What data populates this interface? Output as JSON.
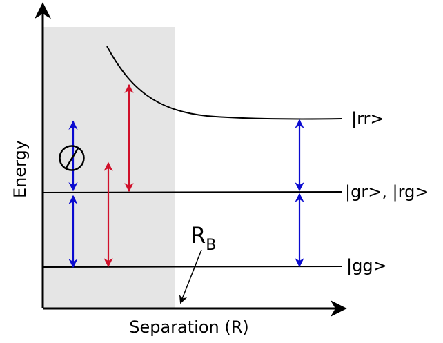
{
  "axes": {
    "y_label": "Energy",
    "x_label": "Separation (R)"
  },
  "levels": {
    "rr": "|rr>",
    "gr_rg": "|gr>, |rg>",
    "gg": "|gg>"
  },
  "blockade_radius": {
    "symbol": "R",
    "subscript": "B"
  },
  "colors": {
    "blockade_region": "#e5e5e5",
    "allowed_transition": "#0a0ad0",
    "blocked_transition": "#d0102a",
    "lines": "#000000"
  },
  "icons": {
    "blocked_marker": "prohibition-icon"
  }
}
